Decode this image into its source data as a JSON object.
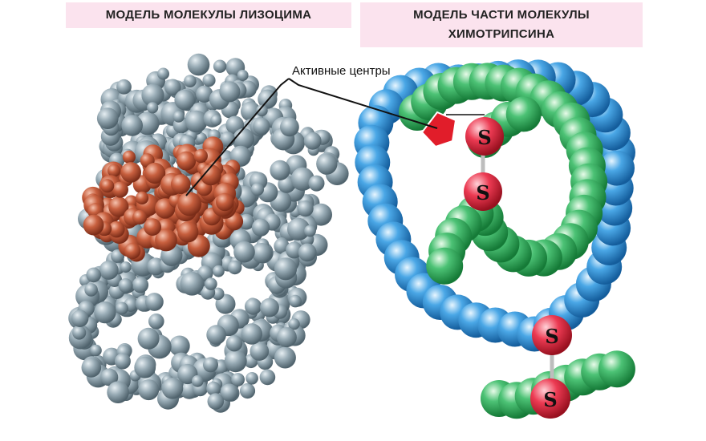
{
  "titles": {
    "left": "МОДЕЛЬ МОЛЕКУЛЫ ЛИЗОЦИМА",
    "right_line1": "МОДЕЛЬ ЧАСТИ МОЛЕКУЛЫ",
    "right_line2": "ХИМОТРИПСИНА"
  },
  "labels": {
    "active_centers": "Активные центры",
    "sulfur": "S"
  },
  "colors": {
    "title_bg": "#fbe3ee",
    "lysozyme_gray": "#8fa3ad",
    "active_site_red": "#c0583c",
    "chain_blue": "#2f8fd3",
    "chain_green": "#2fae5a",
    "sulfur_red": "#e0263e"
  }
}
